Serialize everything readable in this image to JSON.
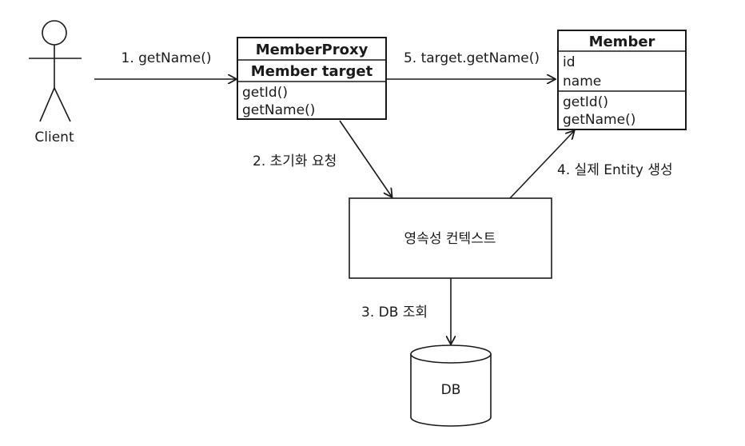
{
  "actor": {
    "label": "Client"
  },
  "proxy_class": {
    "title": "MemberProxy",
    "field": "Member target",
    "methods": [
      "getId()",
      "getName()"
    ]
  },
  "entity_class": {
    "title": "Member",
    "fields": [
      "id",
      "name"
    ],
    "methods": [
      "getId()",
      "getName()"
    ]
  },
  "context_box": {
    "label": "영속성 컨텍스트"
  },
  "database": {
    "label": "DB"
  },
  "arrows": {
    "step1": "1. getName()",
    "step2": "2. 초기화 요청",
    "step3": "3. DB 조회",
    "step4": "4. 실제 Entity 생성",
    "step5": "5. target.getName()"
  }
}
